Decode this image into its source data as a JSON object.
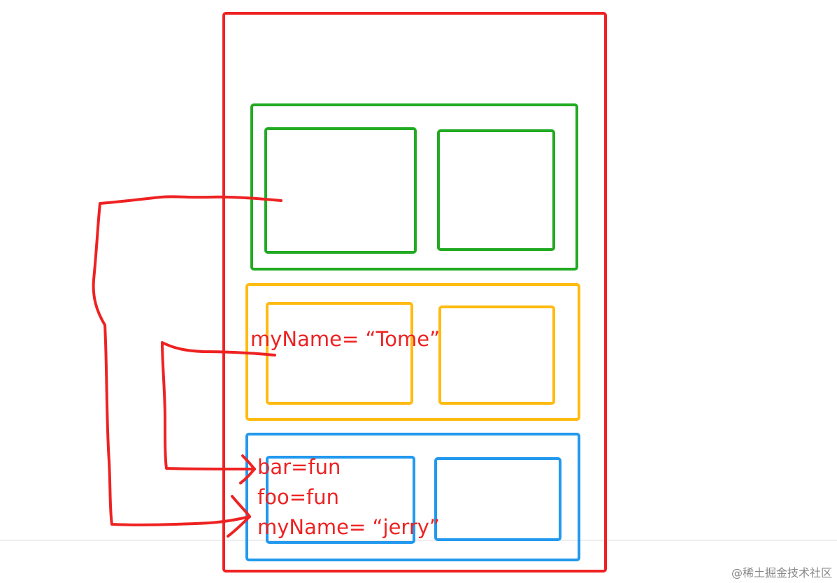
{
  "colors": {
    "outer": "#ee2222",
    "green": "#22aa22",
    "yellow": "#ffbb11",
    "blue": "#2299ee",
    "arrow": "#ee2222",
    "text": "#ee2222",
    "watermark": "#888888",
    "divider": "#dddddd"
  },
  "labels": {
    "yellow_var": "myName=  “Tome”",
    "blue_bar": "bar=fun",
    "blue_foo": "foo=fun",
    "blue_myname": "myName=  “jerry”"
  },
  "watermark": "@稀土掘金技术社区"
}
